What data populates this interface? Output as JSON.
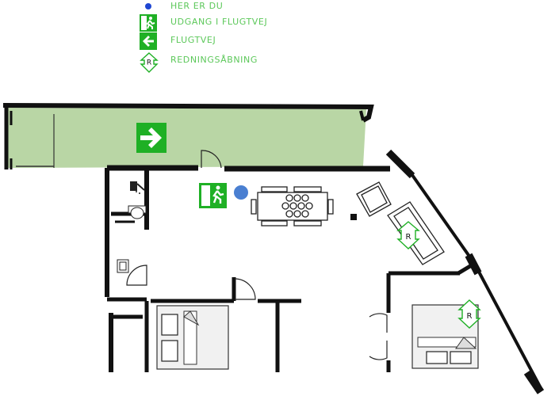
{
  "legend": {
    "items": [
      {
        "icon": "you-are-here-dot-icon",
        "label": "HER ER DU"
      },
      {
        "icon": "emergency-exit-running-man-icon",
        "label": "UDGANG I FLUGTVEJ"
      },
      {
        "icon": "escape-route-arrow-icon",
        "label": "FLUGTVEJ"
      },
      {
        "icon": "rescue-opening-r-icon",
        "label": "REDNINGSÅBNING"
      }
    ]
  },
  "plan": {
    "rescue_opening_letter": "R",
    "colors": {
      "escape_route_fill": "#b9d6a5",
      "sign_green": "#1fb025",
      "label_green": "#5cc85a",
      "you_are_here_blue": "#4a7fd1",
      "wall": "#111111",
      "bed_fill": "#f1f1f1"
    }
  }
}
